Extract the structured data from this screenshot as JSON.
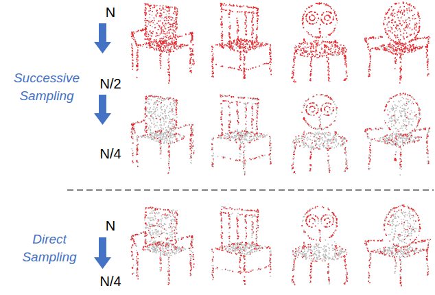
{
  "diagram": {
    "labels": [
      "N",
      "Successive Sampling",
      "N/2",
      "N/4",
      "N",
      "Direct Sampling",
      "N/4"
    ]
  }
}
